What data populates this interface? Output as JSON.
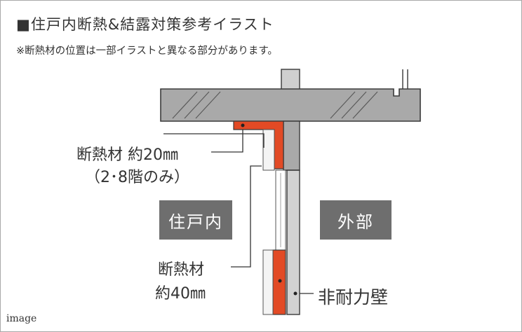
{
  "title": "■住戸内断熱&結露対策参考イラスト",
  "note": "※断熱材の位置は一部イラストと異なる部分があります。",
  "labels": {
    "insulation_upper_line1": "断熱材 約20㎜",
    "insulation_upper_line2": "（2･8階のみ）",
    "insulation_lower_line1": "断熱材",
    "insulation_lower_line2": "約40㎜",
    "non_bearing_wall": "非耐力壁"
  },
  "rooms": {
    "inside": "住戸内",
    "outside": "外部"
  },
  "caption": "image",
  "colors": {
    "insulation": "#e24a25",
    "concrete": "#a9a9a9",
    "wall": "#cfcfcf",
    "room_label_bg": "#6e6e6e"
  }
}
